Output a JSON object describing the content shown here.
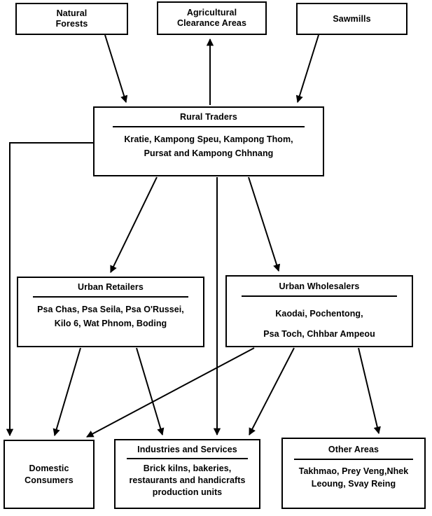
{
  "diagram": {
    "title": "Cambodia fuelwood / timber marketing chain flow diagram",
    "line_color": "#000000",
    "box_fill": "#ffffff",
    "nodes": [
      {
        "id": "natural-forests",
        "title": "Natural\nForests",
        "body": ""
      },
      {
        "id": "agricultural",
        "title": "Agricultural\nClearance Areas",
        "body": ""
      },
      {
        "id": "sawmills",
        "title": "Sawmills",
        "body": ""
      },
      {
        "id": "rural-traders",
        "title": "Rural Traders",
        "body": "Kratie, Kampong Speu, Kampong Thom,\nPursat and Kampong Chhnang"
      },
      {
        "id": "urban-retailers",
        "title": "Urban Retailers",
        "body": "Psa Chas, Psa Seila, Psa O'Russei,\nKilo 6, Wat Phnom, Boding"
      },
      {
        "id": "urban-wholesalers",
        "title": "Urban Wholesalers",
        "body": "Kaodai, Pochentong,\nPsa Toch, Chhbar Ampeou"
      },
      {
        "id": "domestic-consumers",
        "title": "Domestic\nConsumers",
        "body": ""
      },
      {
        "id": "industries",
        "title": "Industries and Services",
        "body": "Brick kilns, bakeries,\nrestaurants and handicrafts\nproduction units"
      },
      {
        "id": "other-areas",
        "title": "Other Areas",
        "body": "Takhmao, Prey Veng,Nhek\nLeoung, Svay Reing"
      }
    ],
    "edges": [
      {
        "from": "natural-forests",
        "to": "rural-traders",
        "kind": "diagonal"
      },
      {
        "from": "rural-traders",
        "to": "agricultural",
        "kind": "vertical-up"
      },
      {
        "from": "sawmills",
        "to": "rural-traders",
        "kind": "diagonal"
      },
      {
        "from": "rural-traders",
        "to": "urban-retailers",
        "kind": "diagonal"
      },
      {
        "from": "rural-traders",
        "to": "urban-wholesalers",
        "kind": "diagonal"
      },
      {
        "from": "rural-traders",
        "to": "industries",
        "kind": "vertical"
      },
      {
        "from": "rural-traders",
        "to": "domestic-consumers",
        "kind": "elbow-left"
      },
      {
        "from": "urban-retailers",
        "to": "domestic-consumers",
        "kind": "diagonal"
      },
      {
        "from": "urban-retailers",
        "to": "industries",
        "kind": "diagonal"
      },
      {
        "from": "urban-wholesalers",
        "to": "domestic-consumers",
        "kind": "diagonal"
      },
      {
        "from": "urban-wholesalers",
        "to": "industries",
        "kind": "diagonal"
      },
      {
        "from": "urban-wholesalers",
        "to": "other-areas",
        "kind": "diagonal"
      }
    ]
  }
}
